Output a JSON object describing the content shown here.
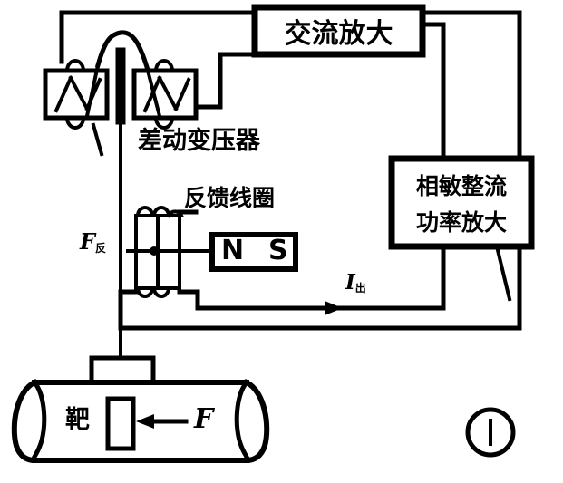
{
  "figure": {
    "title_marker": "1",
    "type": "schematic-diagram",
    "description": "Target flowmeter with differential transformer force-balance feedback loop"
  },
  "blocks": {
    "ac_amplifier": {
      "label": "交流放大",
      "meaning": "AC amplifier"
    },
    "phase_rectifier": {
      "line1": "相敏整流",
      "line2": "功率放大",
      "meaning": "Phase-sensitive rectifier / power amplifier"
    },
    "magnet": {
      "north": "N",
      "south": "S"
    }
  },
  "labels": {
    "differential_transformer": "差动变压器",
    "feedback_coil": "反馈线圈",
    "feedback_force": "F",
    "feedback_force_sub": "反",
    "output_current": "I",
    "output_current_sub": "出",
    "target": "靶",
    "force": "F"
  },
  "colors": {
    "line": "#000000",
    "background": "#ffffff",
    "fill": "#ffffff"
  }
}
